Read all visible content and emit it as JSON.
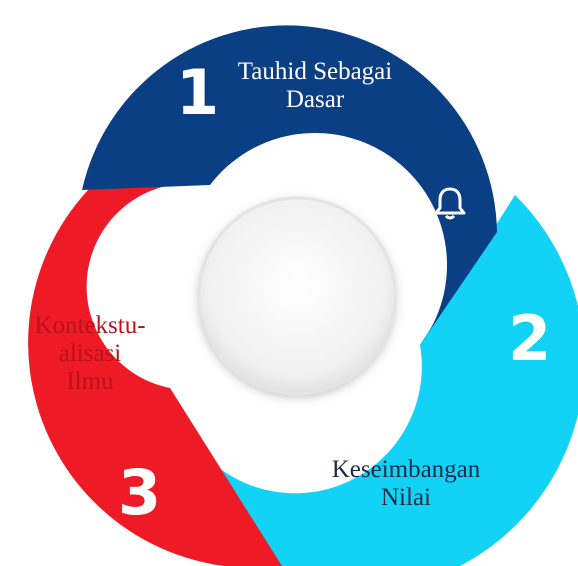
{
  "segments": [
    {
      "number": "1",
      "title_lines": [
        "Tauhid Sebagai",
        "Dasar"
      ],
      "icon": "bell-icon",
      "color": "#0b3f84"
    },
    {
      "number": "2",
      "title_lines": [
        "Keseimbangan",
        "Nilai"
      ],
      "icon": "thumbs-up-icon",
      "color": "#12d3f5"
    },
    {
      "number": "3",
      "title_lines": [
        "Kontekstu-",
        "alisasi",
        "Ilmu"
      ],
      "icon": "link-icon",
      "color": "#ee1a26"
    }
  ],
  "colors": {
    "center_disc": "#f2f2f2",
    "label_on_dark": "#ffffff",
    "label_on_light": "#1e2b4a",
    "label_on_red": "#b8131d"
  }
}
